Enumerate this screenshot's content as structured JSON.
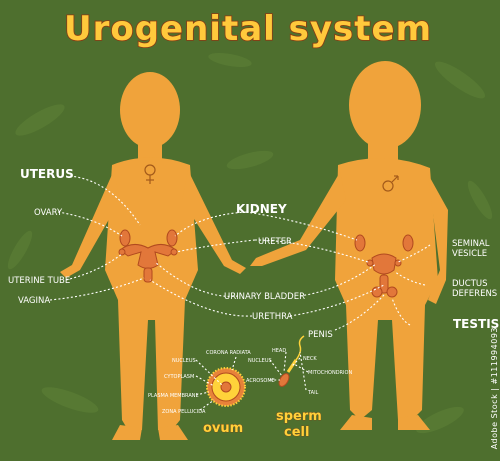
{
  "title": "Urogenital system",
  "labels": {
    "uterus": "UTERUS",
    "ovary": "OVARY",
    "uterine_tube": "UTERINE TUBE",
    "vagina": "VAGINA",
    "kidney": "KIDNEY",
    "ureter": "URETER",
    "urinary_bladder": "URINARY BLADDER",
    "urethra": "URETHRA",
    "seminal_vesicle_line1": "SEMINAL",
    "seminal_vesicle_line2": "VESICLE",
    "ductus_deferens_line1": "DUCTUS",
    "ductus_deferens_line2": "DEFERENS",
    "testis": "TESTIS",
    "penis": "PENIS"
  },
  "ovum": {
    "caption": "ovum",
    "parts": {
      "corona_radiata": "CORONA RADIATA",
      "nucleus": "NUCLEUS",
      "cytoplasm": "CYTOPLASM",
      "plasma_membrane": "PLASMA MEMBRANE",
      "zona_pellucida": "ZONA PELLUCIDA"
    }
  },
  "sperm": {
    "caption_line1": "sperm",
    "caption_line2": "cell",
    "parts": {
      "head": "HEAD",
      "neck": "NECK",
      "nucleus": "NUCLEUS",
      "acrosome": "ACROSOME",
      "mitochondrion": "MITOCHONDRION",
      "tail": "TAIL"
    }
  },
  "watermark": "Adobe Stock | #111994093",
  "colors": {
    "background": "#4e6f2e",
    "body": "#f0a33b",
    "title_fill": "#ffc93c",
    "organ": "#e2773a",
    "label": "#ffffff"
  }
}
